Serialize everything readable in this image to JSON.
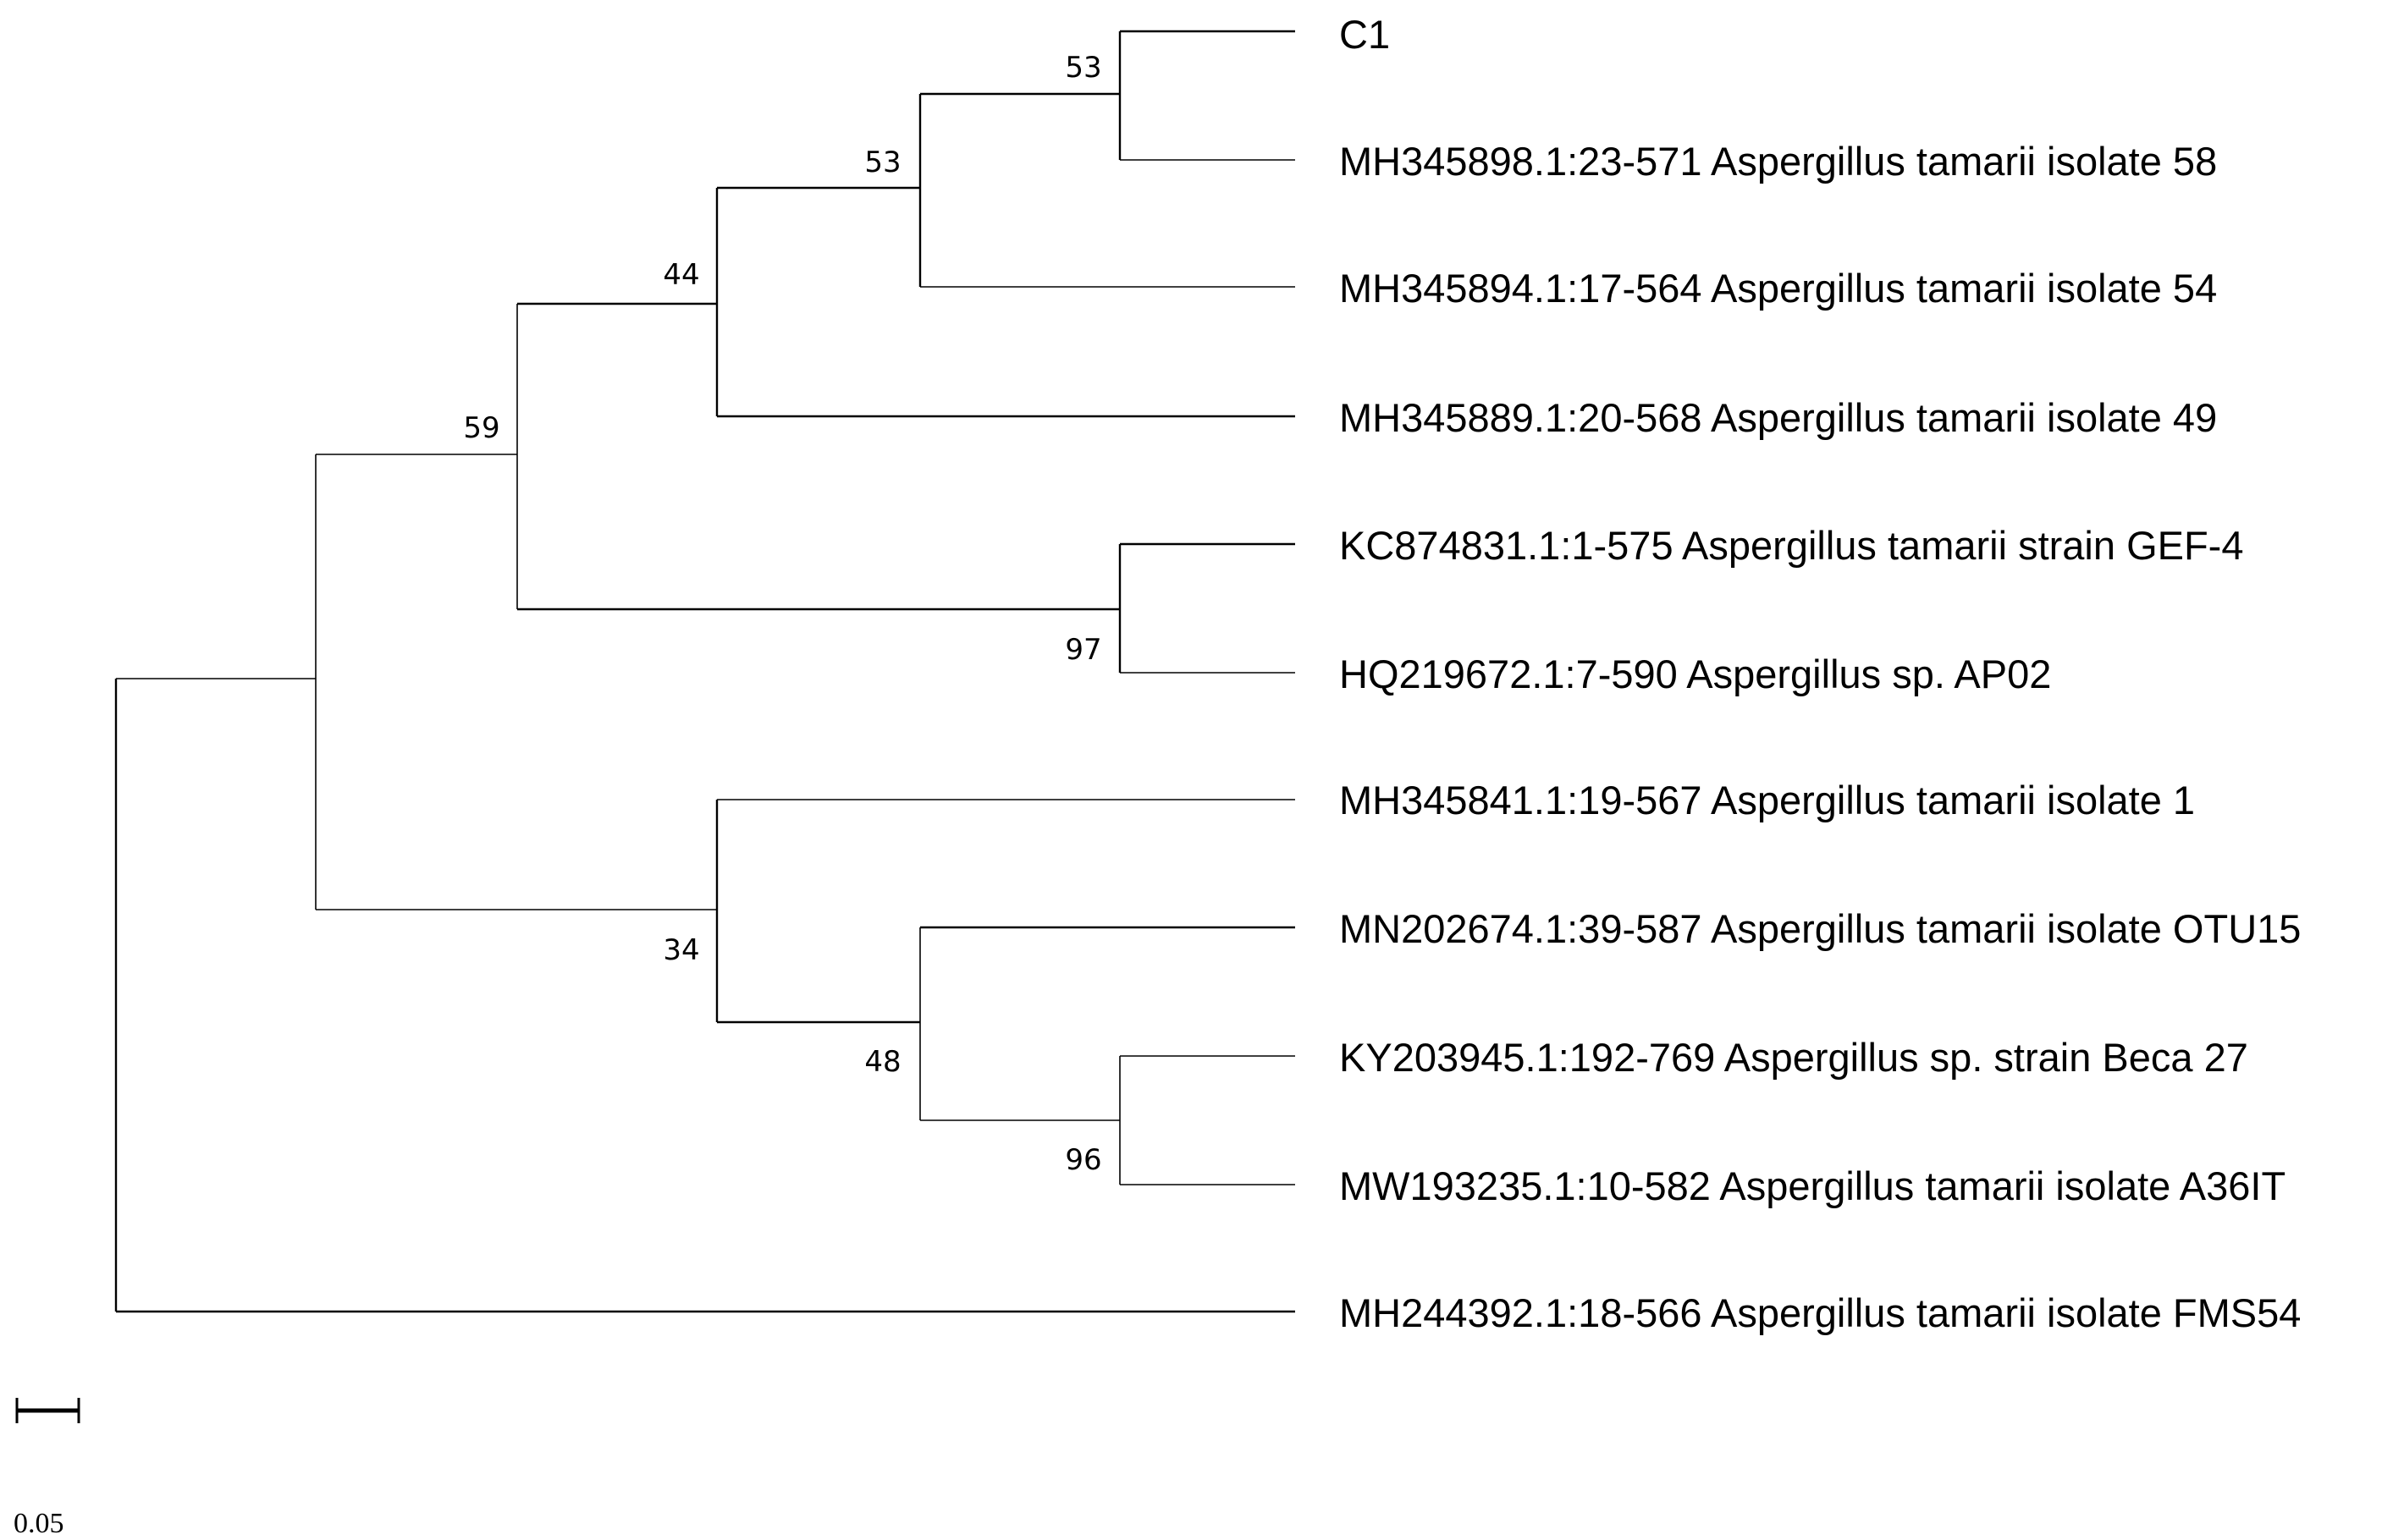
{
  "tree": {
    "leaves": [
      {
        "id": "c1",
        "label": "C1"
      },
      {
        "id": "mh345898",
        "label": "MH345898.1:23-571 Aspergillus tamarii isolate 58"
      },
      {
        "id": "mh345894",
        "label": "MH345894.1:17-564 Aspergillus tamarii isolate 54"
      },
      {
        "id": "mh345889",
        "label": "MH345889.1:20-568 Aspergillus tamarii isolate 49"
      },
      {
        "id": "kc874831",
        "label": "KC874831.1:1-575 Aspergillus tamarii strain GEF-4"
      },
      {
        "id": "hq219672",
        "label": "HQ219672.1:7-590 Aspergillus sp. AP02"
      },
      {
        "id": "mh345841",
        "label": "MH345841.1:19-567 Aspergillus tamarii isolate 1"
      },
      {
        "id": "mn202674",
        "label": "MN202674.1:39-587 Aspergillus tamarii isolate OTU15"
      },
      {
        "id": "ky203945",
        "label": "KY203945.1:192-769 Aspergillus sp. strain Beca 27"
      },
      {
        "id": "mw193235",
        "label": "MW193235.1:10-582 Aspergillus tamarii isolate A36IT"
      },
      {
        "id": "mh244392",
        "label": "MH244392.1:18-566 Aspergillus tamarii isolate FMS54"
      }
    ],
    "bootstrap": [
      {
        "node": "c1-58",
        "value": "53"
      },
      {
        "node": "c1-54",
        "value": "53"
      },
      {
        "node": "c1-49",
        "value": "44"
      },
      {
        "node": "upper-clade",
        "value": "59"
      },
      {
        "node": "gef4-ap02",
        "value": "97"
      },
      {
        "node": "lower-clade",
        "value": "34"
      },
      {
        "node": "otu15-clade",
        "value": "48"
      },
      {
        "node": "beca-a36it",
        "value": "96"
      }
    ],
    "scale_bar": {
      "label": "0.05",
      "length": 0.05
    }
  }
}
